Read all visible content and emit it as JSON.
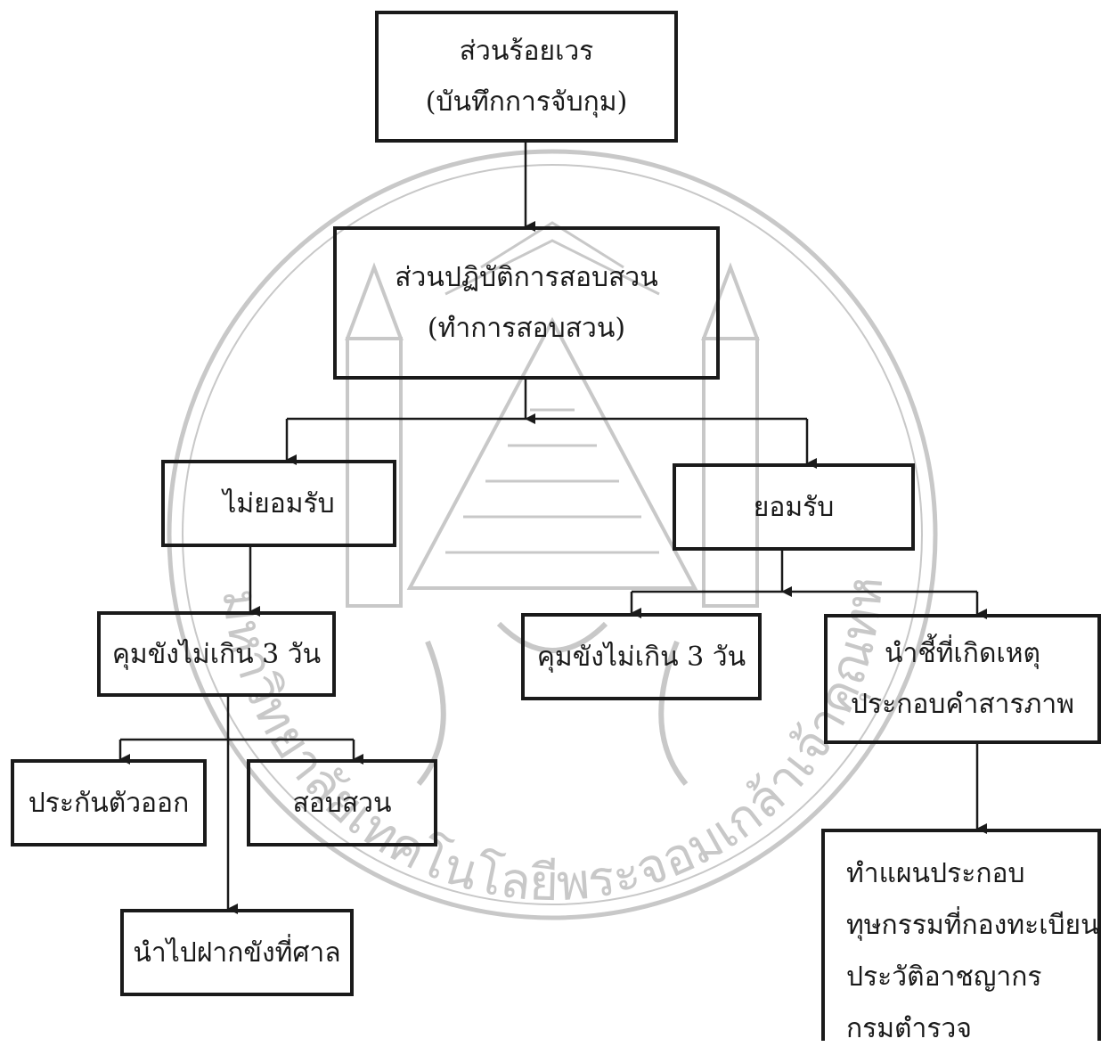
{
  "nodes": {
    "patrol": {
      "lines": [
        "ส่วนร้อยเวร",
        "(บันทึกการจับกุม)"
      ]
    },
    "investigation": {
      "lines": [
        "ส่วนปฏิบัติการสอบสวน",
        "(ทำการสอบสวน)"
      ]
    },
    "deny": {
      "lines": [
        "ไม่ยอมรับ"
      ]
    },
    "accept": {
      "lines": [
        "ยอมรับ"
      ]
    },
    "detain_left": {
      "lines": [
        "คุมขังไม่เกิน 3  วัน"
      ]
    },
    "detain_right": {
      "lines": [
        "คุมขังไม่เกิน 3  วัน"
      ]
    },
    "crime_scene": {
      "lines": [
        "นำชี้ที่เกิดเหตุ",
        "ประกอบคำสารภาพ"
      ]
    },
    "bail": {
      "lines": [
        "ประกันตัวออก"
      ]
    },
    "interrogate": {
      "lines": [
        "สอบสวน"
      ]
    },
    "court": {
      "lines": [
        "นำไปฝากขังที่ศาล"
      ]
    },
    "records": {
      "lines": [
        "ทำแผนประกอบ",
        "ทุษกรรมที่กองทะเบียน",
        "ประวัติอาชญากร",
        "กรมตำรวจ"
      ]
    }
  },
  "watermark": {
    "text": "มหาวิทยาลัยเทคโนโลยีพระจอมเกล้าเจ้าคุณทหารลาดกระบัง",
    "color": "#bdbdbd"
  },
  "line_color": "#1a1a1a"
}
